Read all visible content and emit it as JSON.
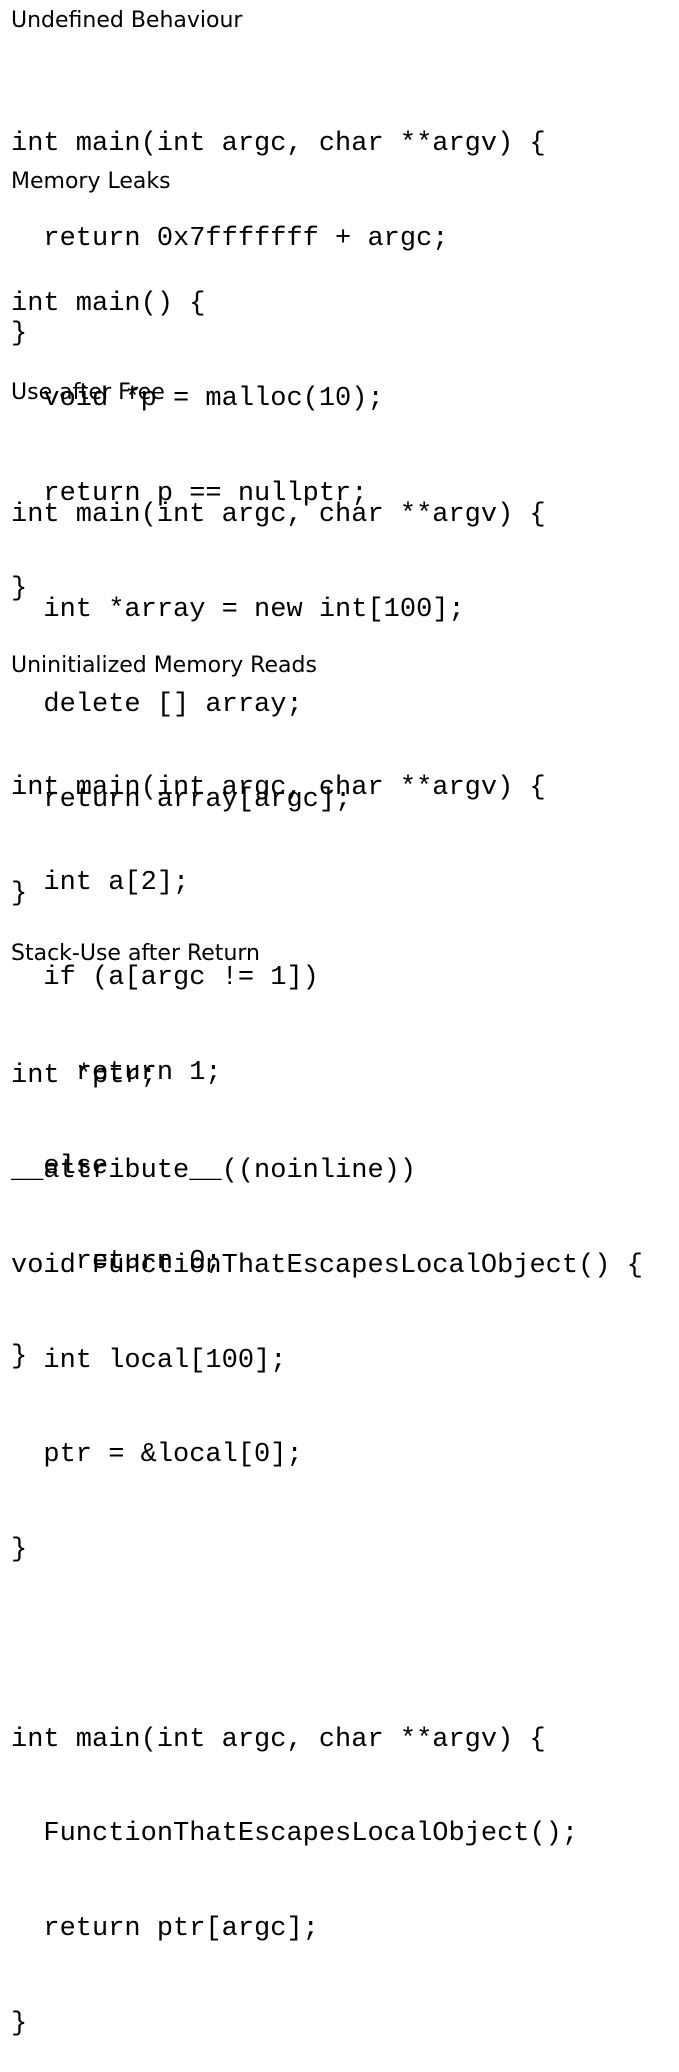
{
  "sections": [
    {
      "heading": "Undefined Behaviour",
      "code": [
        "int main(int argc, char **argv) {",
        "  return 0x7fffffff + argc;",
        "}"
      ]
    },
    {
      "heading": "Memory Leaks",
      "code": [
        "int main() {",
        "  void *p = malloc(10);",
        "  return p == nullptr;",
        "}"
      ]
    },
    {
      "heading": "Use after Free",
      "code": [
        "int main(int argc, char **argv) {",
        "  int *array = new int[100];",
        "  delete [] array;",
        "  return array[argc];",
        "}"
      ]
    },
    {
      "heading": "Uninitialized Memory Reads",
      "code": [
        "int main(int argc, char **argv) {",
        "  int a[2];",
        "  if (a[argc != 1])",
        "    return 1;",
        "  else",
        "    return 0;",
        "}"
      ]
    },
    {
      "heading": "Stack-Use after Return",
      "code": [
        "int *ptr;",
        "__attribute__((noinline))",
        "void FunctionThatEscapesLocalObject() {",
        "  int local[100];",
        "  ptr = &local[0];",
        "}",
        "",
        "int main(int argc, char **argv) {",
        "  FunctionThatEscapesLocalObject();",
        "  return ptr[argc];",
        "}"
      ]
    }
  ]
}
